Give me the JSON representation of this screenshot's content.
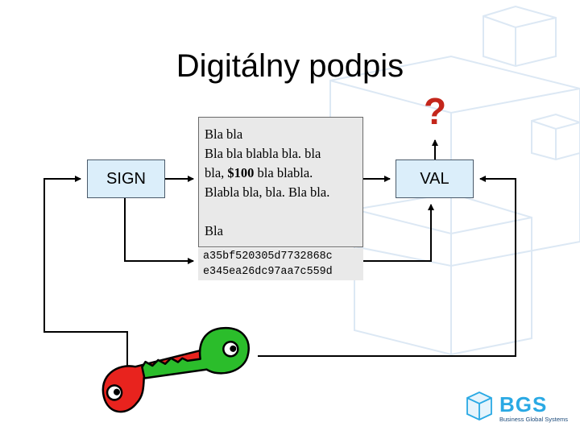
{
  "slide": {
    "title": "Digitálny podpis"
  },
  "diagram": {
    "sign_label": "SIGN",
    "val_label": "VAL",
    "question_mark": "?",
    "document": {
      "line1": "Bla bla",
      "line2": "Bla bla blabla bla. bla",
      "line3_prefix": "bla, ",
      "line3_amount": "$100",
      "line3_suffix": " bla blabla.",
      "line4": "Blabla bla, bla. Bla bla.",
      "line5": "Bla"
    },
    "hash": [
      "a35bf520305d7732868c",
      "e345ea26dc97aa7c559d"
    ],
    "keys": [
      {
        "icon": "private-key-icon",
        "color": "#e8231e"
      },
      {
        "icon": "public-key-icon",
        "color": "#2bbd2b"
      }
    ],
    "colors": {
      "box_fill": "#dbeefa",
      "document_fill": "#e9e9e9",
      "question_mark": "#c4261b"
    }
  },
  "branding": {
    "logo_text": "BGS",
    "tagline": "Business Global Systems",
    "color": "#2aa9e4"
  }
}
